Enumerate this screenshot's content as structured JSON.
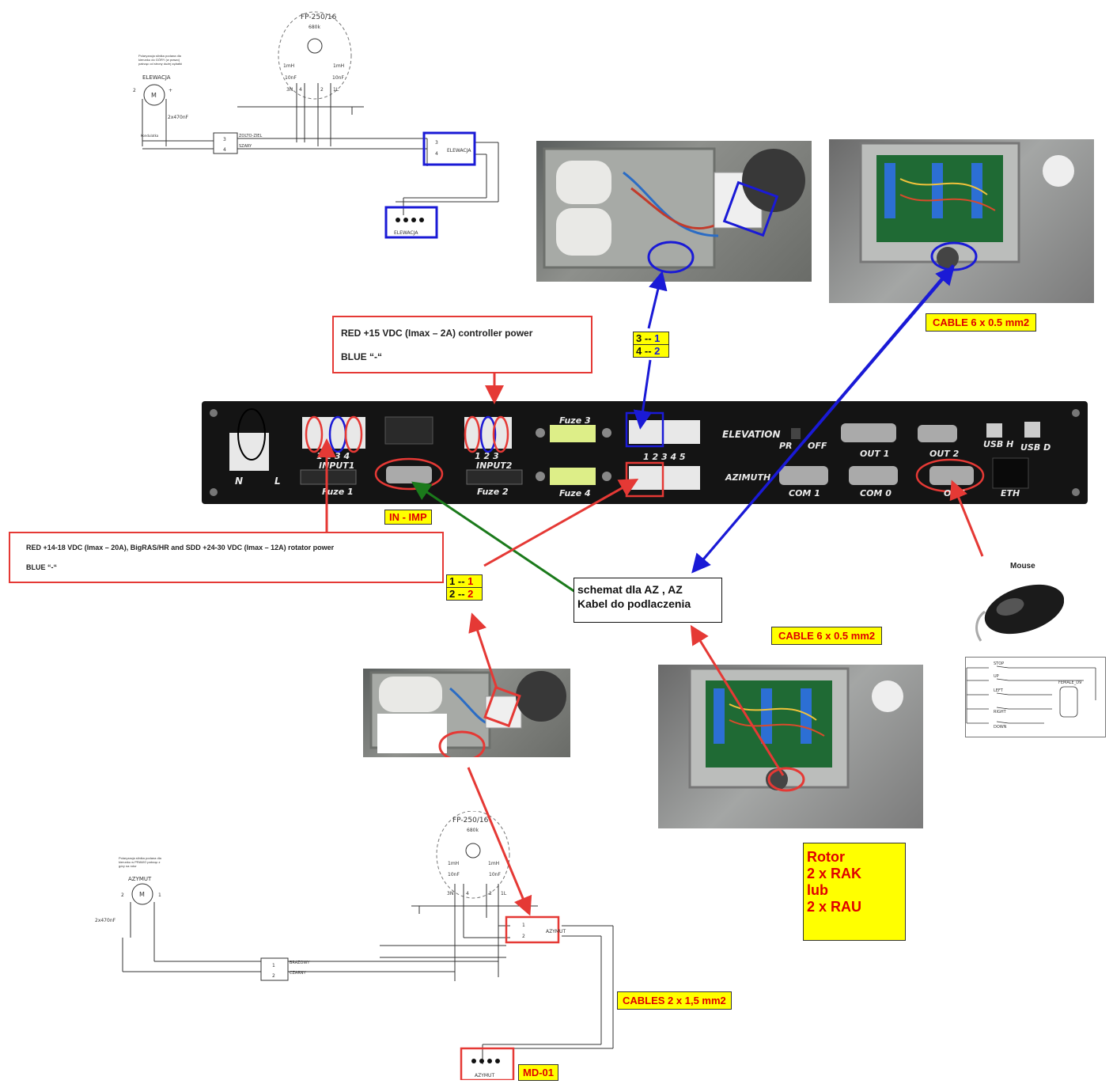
{
  "top_schematic": {
    "filter_label": "FP-250/16",
    "resistor": "680k",
    "inductor_left": "1mH",
    "inductor_right": "1mH",
    "cap_left": "10nF",
    "cap_right": "10nF",
    "terminals": [
      "3N",
      "4",
      "2",
      "1L"
    ],
    "note": "Polaryzacja silnika podana dla kierunku do GÓRY (w prawo) patrząc od strony dużej zębatki",
    "motor_title": "ELEWACJA",
    "motor_symbol": "M",
    "minus": "2",
    "plus": "+",
    "cap_label": "2x470nF",
    "small_label": "Kondulatka",
    "wire1": "ZOLTO-ZIEL",
    "wire2": "SZARY",
    "term1": "3",
    "term2": "4",
    "term_box_label": "ELEWACJA",
    "connector_label": "ELEWACJA"
  },
  "bottom_schematic": {
    "filter_label": "FP-250/16",
    "resistor": "680k",
    "inductor_left": "1mH",
    "inductor_right": "1mH",
    "cap_left": "10nF",
    "cap_right": "10nF",
    "terminals": [
      "3N",
      "4",
      "2",
      "1L"
    ],
    "note": "Polaryzacja silnika podana dla kierunku w PRAWO patrząc z góry na rotor",
    "motor_title": "AZYMUT",
    "motor_symbol": "M",
    "minus": "2",
    "plus": "1",
    "cap_label": "2x470nF",
    "wire1": "BRAZOWY",
    "wire2": "CZARNY",
    "term1": "1",
    "term2": "2",
    "term_box_label": "AZYMUT",
    "connector_label": "AZYMUT"
  },
  "labels": {
    "controller_power_line1": "RED +15 VDC (Imax – 2A) controller power",
    "controller_power_line2": "BLUE “-“",
    "rotator_power_line1": "RED +14-18 VDC (Imax – 20A), BigRAS/HR and SDD +24-30 VDC (Imax – 12A) rotator power",
    "rotator_power_line2": "BLUE “-“",
    "in_imp": "IN - IMP",
    "schemat_line1": "schemat dla  AZ , AZ",
    "schemat_line2": "Kabel do podlaczenia",
    "cable_top": "CABLE 6 x 0.5 mm2",
    "cable_mid": "CABLE 6 x 0.5 mm2",
    "cables_bottom": "CABLES 2 x 1,5 mm2",
    "md01": "MD-01",
    "rotor_lines": [
      "Rotor",
      "2 x RAK",
      "lub",
      "2 x RAU"
    ],
    "mouse": "Mouse"
  },
  "pin_map_el": [
    {
      "a": "3",
      "b": "1"
    },
    {
      "a": "4",
      "b": "2"
    }
  ],
  "pin_map_az": [
    {
      "a": "1",
      "b": "1"
    },
    {
      "a": "2",
      "b": "2"
    }
  ],
  "panel": {
    "input1": "INPUT1",
    "input2": "INPUT2",
    "input1_pins": "1  2  3  4",
    "input2_pins": "1  2  3",
    "fuze1": "Fuze 1",
    "fuze2": "Fuze 2",
    "fuze3": "Fuze 3",
    "fuze4": "Fuze 4",
    "elevation": "ELEVATION",
    "azimuth": "AZIMUTH",
    "pins_12345": "1  2  3  4  5",
    "pr": "PR",
    "off": "OFF",
    "out1": "OUT 1",
    "out2": "OUT 2",
    "out": "OUT",
    "com1": "COM 1",
    "com0": "COM 0",
    "usbh": "USB H",
    "usbd": "USB D",
    "eth": "ETH",
    "n": "N",
    "l": "L"
  },
  "mouse_schematic": {
    "switches": [
      "STOP",
      "UP",
      "LEFT",
      "RIGHT",
      "DOWN"
    ],
    "connector": "FEMALE_D9"
  },
  "colors": {
    "red": "#e53935",
    "blue": "#1a1ad6",
    "green": "#1b7a1b",
    "yellow": "#ffff00"
  }
}
